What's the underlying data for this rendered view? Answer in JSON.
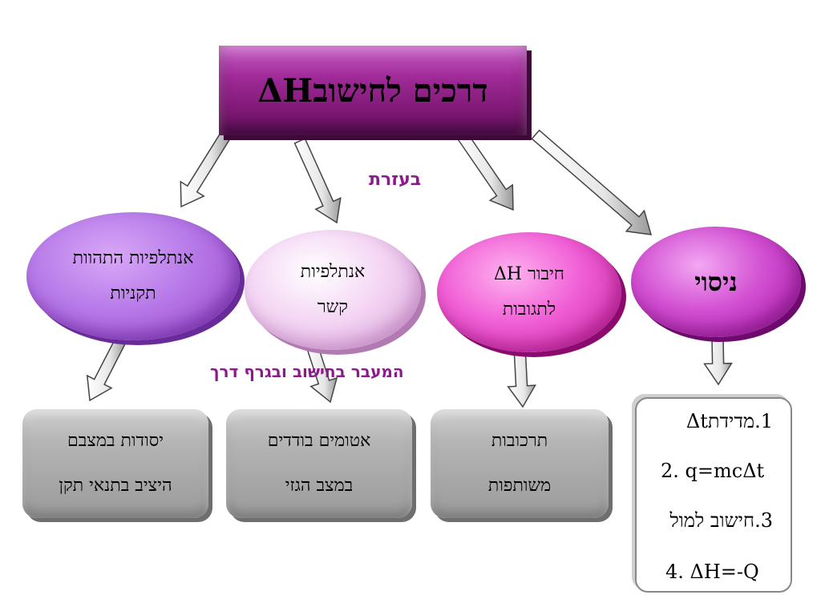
{
  "title": "דרכים לחישובΔH",
  "labels": {
    "using": "בעזרת",
    "transition": "המעבר בחישוב ובגרף דרך"
  },
  "ovals": {
    "formation": {
      "line1": "אנתלפיות התהוות",
      "line2": "תקניות"
    },
    "bond": {
      "line1": "אנתלפיות",
      "line2": "קשר"
    },
    "sum": {
      "line1": "חיבור ΔH",
      "line2": "לתגובות"
    },
    "experiment": {
      "label": "ניסוי"
    }
  },
  "boxes": {
    "elements": {
      "line1": "יסודות במצבם",
      "line2": "היציב בתנאי תקן"
    },
    "atoms": {
      "line1": "אטומים בודדים",
      "line2": "במצב הגזי"
    },
    "compounds": {
      "line1": "תרכובות",
      "line2": "משותפות"
    }
  },
  "steps": {
    "s1": "1.מדידתΔt",
    "s2": "2. q=mcΔt",
    "s3": "3.חישוב למול",
    "s4": "4. ΔH=-Q"
  },
  "colors": {
    "title_purple": "#8b1a8b",
    "label_purple": "#8b1a8b",
    "oval_formation": "#b77ae8",
    "oval_bond": "#f4d6f4",
    "oval_sum": "#f05fd6",
    "oval_experiment": "#d24fd2",
    "box_gray": "#b5b5b5"
  }
}
